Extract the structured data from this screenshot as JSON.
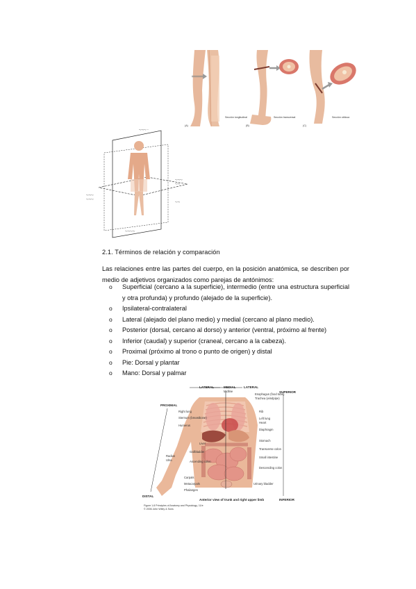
{
  "figures": {
    "sections": {
      "panel_a": "(A)",
      "panel_b": "(B)",
      "panel_c": "(C)",
      "cap_a": "Sección longitudinal",
      "cap_b": "Sección transversal",
      "cap_c": "Sección oblicua"
    },
    "trunk": {
      "lateral_left": "LATERAL",
      "medial": "MEDIAL",
      "lateral_right": "LATERAL",
      "midline": "Midline",
      "superior": "SUPERIOR",
      "inferior": "INFERIOR",
      "proximal": "PROXIMAL",
      "distal": "DISTAL",
      "left_labels": [
        "Right lung",
        "Sternum (breastbone)",
        "Humerus",
        "Liver",
        "Gallbladder",
        "Radius",
        "Ulna",
        "Ascending colon",
        "Carpals",
        "Metacarpals",
        "Phalanges"
      ],
      "right_labels": [
        "Esophagus (food tube)",
        "Trachea (windpipe)",
        "Rib",
        "Left lung",
        "Heart",
        "Diaphragm",
        "Stomach",
        "Transverse colon",
        "Small intestine",
        "Descending colon",
        "Urinary bladder"
      ],
      "caption": "Anterior view of trunk and right upper limb",
      "credit_line1": "Figure 1.8 Principles of Anatomy and Physiology, 11/e",
      "credit_line2": "© 2006 John Wiley & Sons"
    }
  },
  "section": {
    "heading": "2.1. Términos de relación y comparación",
    "paragraph": "Las relaciones entre las partes del cuerpo, en la posición anatómica, se describen por medio de adjetivos organizados como parejas de antónimos:",
    "bullet_marker": "o",
    "bullets": [
      "Superficial (cercano a la superficie), intermedio (entre una estructura superficial y otra profunda) y profundo (alejado de la superficie).",
      "Ipsilateral-contralateral",
      "Lateral (alejado del plano medio) y medial (cercano al plano medio).",
      "Posterior (dorsal, cercano al dorso) y anterior (ventral, próximo al frente)",
      "Inferior (caudal) y superior (craneal, cercano a la cabeza).",
      "Proximal (próximo al trono o punto de origen) y distal",
      "Pie: Dorsal y plantar",
      "Mano: Dorsal y palmar"
    ]
  }
}
